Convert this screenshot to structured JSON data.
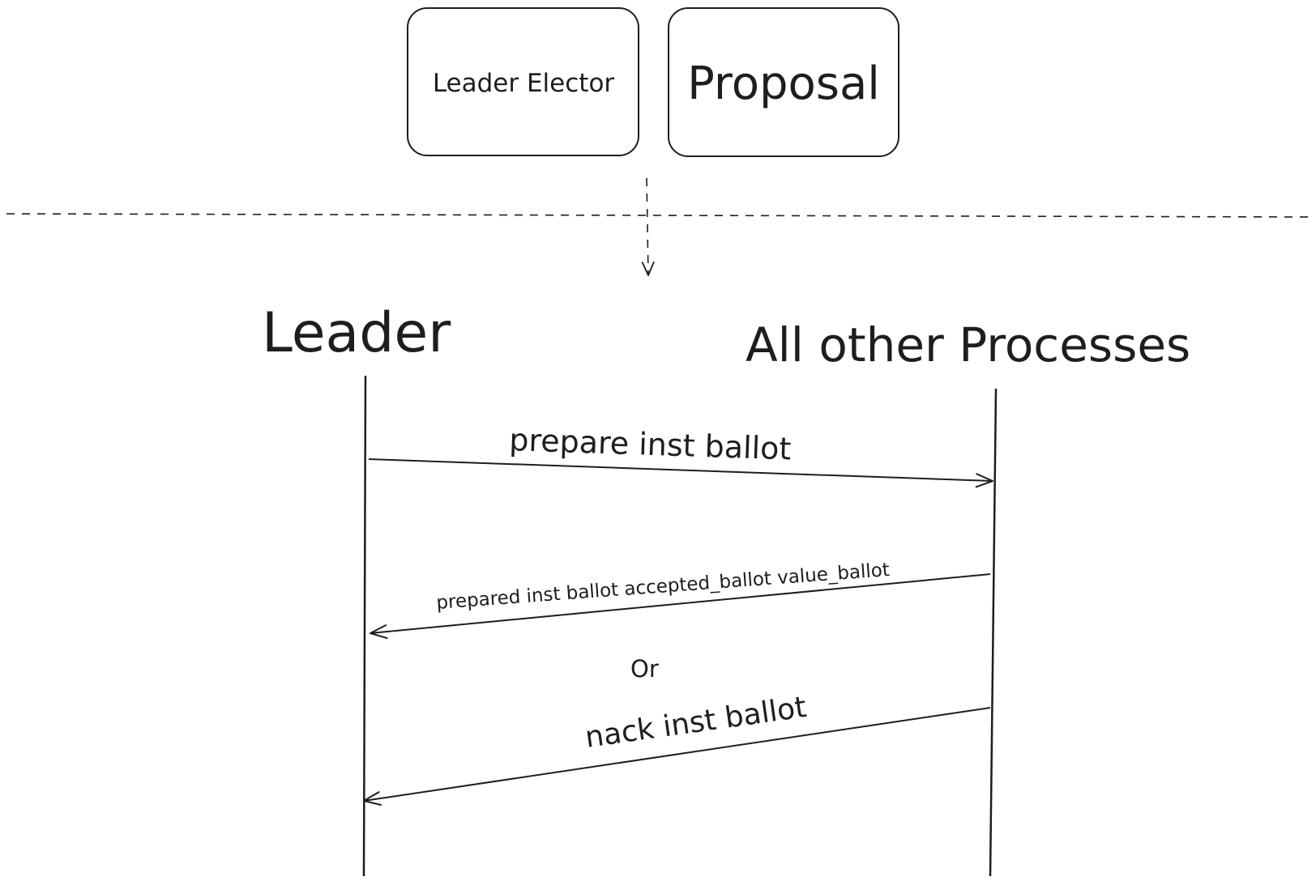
{
  "components": {
    "leader_elector": "Leader Elector",
    "proposal": "Proposal"
  },
  "participants": {
    "leader": "Leader",
    "others": "All other Processes"
  },
  "messages": {
    "prepare": "prepare inst ballot",
    "prepared": "prepared inst ballot accepted_ballot value_ballot",
    "or": "Or",
    "nack": "nack inst ballot"
  }
}
